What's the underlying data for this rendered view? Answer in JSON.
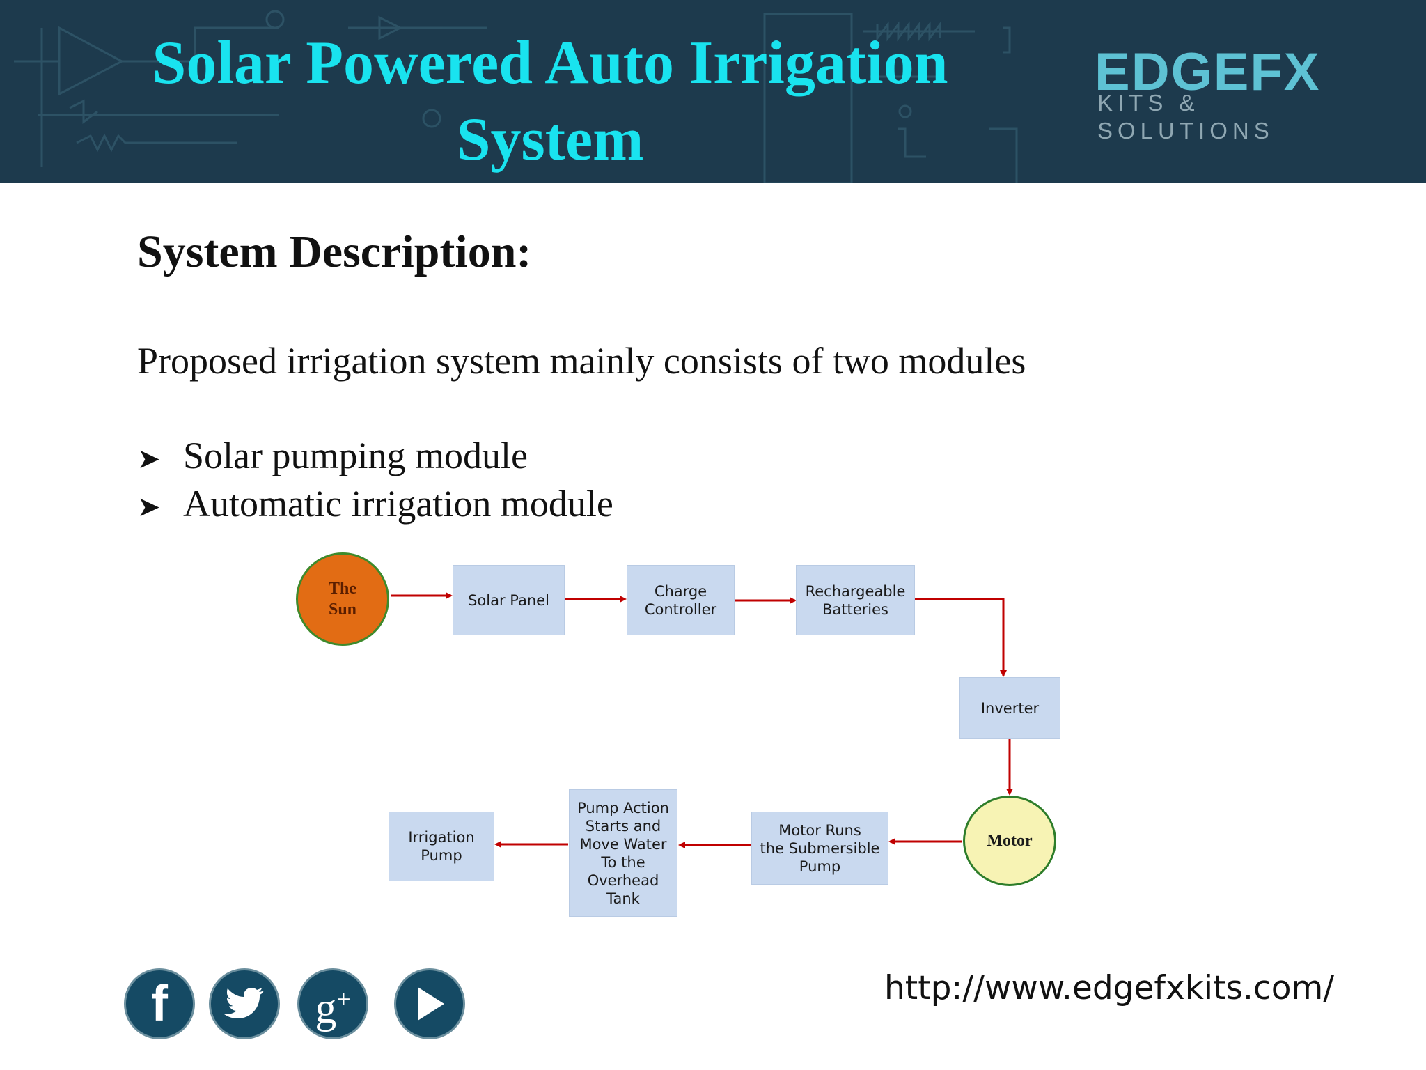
{
  "header": {
    "title_line1": "Solar Powered Auto Irrigation",
    "title_line2": "System",
    "logo_word": "EDGEFX",
    "logo_sub": "KITS & SOLUTIONS"
  },
  "content": {
    "heading": "System Description:",
    "intro": "Proposed irrigation system mainly consists of two modules",
    "bullets": [
      "Solar pumping module",
      "Automatic irrigation module"
    ]
  },
  "diagram": {
    "nodes": {
      "sun": [
        "The",
        "Sun"
      ],
      "solar_panel": [
        "Solar Panel"
      ],
      "charge_controller": [
        "Charge",
        "Controller"
      ],
      "batteries": [
        "Rechargeable",
        "Batteries"
      ],
      "inverter": [
        "Inverter"
      ],
      "motor": [
        "Motor"
      ],
      "motor_runs": [
        "Motor Runs",
        "the Submersible",
        "Pump"
      ],
      "pump_action": [
        "Pump Action",
        "Starts and",
        "Move Water",
        "To the",
        "Overhead",
        "Tank"
      ],
      "irrigation_pump": [
        "Irrigation",
        "Pump"
      ]
    },
    "edges": [
      [
        "sun",
        "solar_panel"
      ],
      [
        "solar_panel",
        "charge_controller"
      ],
      [
        "charge_controller",
        "batteries"
      ],
      [
        "batteries",
        "inverter"
      ],
      [
        "inverter",
        "motor"
      ],
      [
        "motor",
        "motor_runs"
      ],
      [
        "motor_runs",
        "pump_action"
      ],
      [
        "pump_action",
        "irrigation_pump"
      ]
    ],
    "colors": {
      "box": "#c9d9ef",
      "sun": "#e26c14",
      "motor": "#f7f3b4",
      "arrow": "#c00000"
    }
  },
  "footer": {
    "url": "http://www.edgefxkits.com/",
    "social_icons": [
      "facebook-icon",
      "twitter-icon",
      "google-plus-icon",
      "youtube-play-icon"
    ]
  }
}
